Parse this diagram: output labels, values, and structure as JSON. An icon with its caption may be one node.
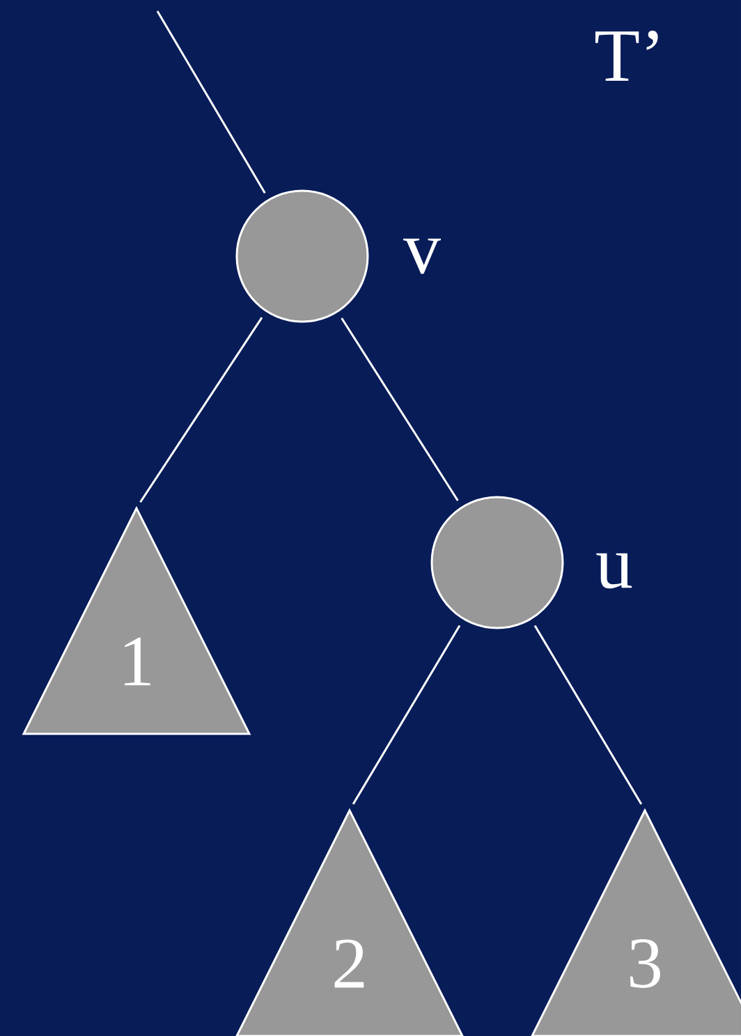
{
  "diagram": {
    "nodes": [
      {
        "text": [],
        "shape": "circle",
        "beside": [
          "v"
        ]
      },
      {
        "text": [
          "1"
        ]
      },
      {
        "text": [],
        "shape": "circle",
        "beside": [
          "u"
        ]
      },
      {
        "text": [
          "2"
        ]
      },
      {
        "text": [
          "3"
        ]
      }
    ],
    "edges": [
      {
        "from": null,
        "to": 0,
        "arrow": "none"
      },
      {
        "from": 0,
        "to": 1,
        "arrow": "none"
      },
      {
        "from": 0,
        "to": 2,
        "arrow": "none"
      },
      {
        "from": 2,
        "to": 3,
        "arrow": "none"
      },
      {
        "from": 2,
        "to": 4,
        "arrow": "none"
      }
    ],
    "labels": [
      "T’"
    ]
  }
}
